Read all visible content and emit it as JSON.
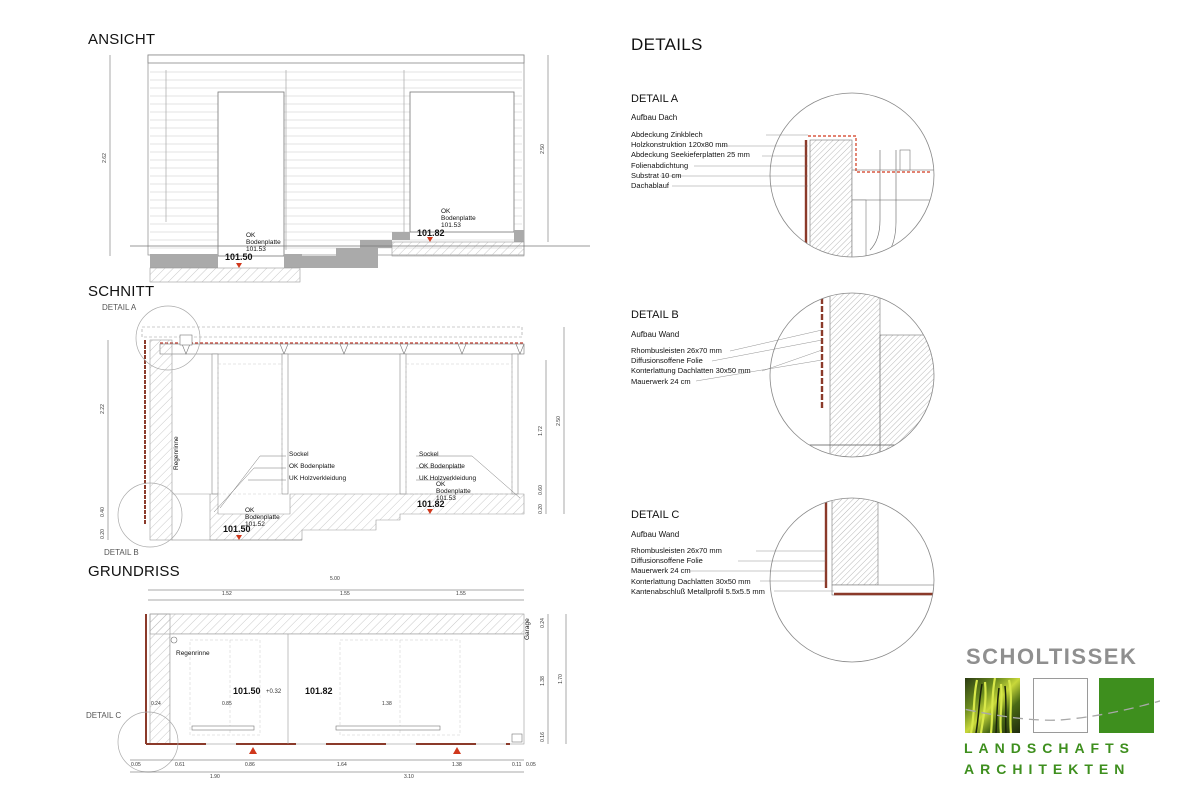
{
  "views": {
    "ansicht": "ANSICHT",
    "schnitt": "SCHNITT",
    "grundriss": "GRUNDRISS",
    "details": "DETAILS"
  },
  "callouts": {
    "detail_a": "DETAIL A",
    "detail_b": "DETAIL B",
    "detail_c": "DETAIL C"
  },
  "ansicht": {
    "level_left": "101.50",
    "level_left_note": [
      "OK",
      "Bodenplatte",
      "101.53"
    ],
    "level_right": "101.82",
    "level_right_note": [
      "OK",
      "Bodenplatte",
      "101.53"
    ],
    "dim_left": "2.62",
    "dim_right": "2.50"
  },
  "schnitt": {
    "level_left": "101.50",
    "level_left_note": [
      "OK",
      "Bodenplatte",
      "101.52"
    ],
    "level_right": "101.82",
    "level_right_note": [
      "OK",
      "Bodenplatte",
      "101.53"
    ],
    "regenrinne": "Regenrinne",
    "labels_left": [
      "Sockel",
      "OK Bodenplatte",
      "UK Holzverkleidung"
    ],
    "labels_right": [
      "Sockel",
      "OK Bodenplatte",
      "UK Holzverkleidung"
    ],
    "dims_left": [
      "2.22",
      "0.40",
      "0.20"
    ],
    "dims_right": [
      "1.72",
      "2.50",
      "0.60",
      "0.20"
    ]
  },
  "grundriss": {
    "regenrinne": "Regenrinne",
    "garage": "Garage",
    "level_left": "101.50",
    "step": "+0.32",
    "level_right": "101.82",
    "dims_top_total": "5.00",
    "dims_top": [
      "1.52",
      "1.55",
      "1.55"
    ],
    "dims_bottom": [
      "0.05",
      "0.61",
      "0.86",
      "1.64",
      "1.38",
      "0.11",
      "0.05"
    ],
    "dims_bottom_total": [
      "1.90",
      "3.10"
    ],
    "dims_inner": [
      "0.24",
      "0.85",
      "1.38"
    ],
    "dims_right": [
      "0.24",
      "1.38",
      "1.70",
      "0.16"
    ]
  },
  "detail_a": {
    "title": "DETAIL A",
    "subtitle": "Aufbau Dach",
    "legend": [
      "Abdeckung Zinkblech",
      "Holzkonstruktion 120x80 mm",
      "Abdeckung Seekieferplatten 25 mm",
      "Folienabdichtung",
      "Substrat 10 cm",
      "Dachablauf"
    ]
  },
  "detail_b": {
    "title": "DETAIL B",
    "subtitle": "Aufbau Wand",
    "legend": [
      "Rhombusleisten 26x70 mm",
      "Diffusionsoffene Folie",
      "Konterlattung Dachlatten 30x50 mm",
      "Mauerwerk 24 cm"
    ]
  },
  "detail_c": {
    "title": "DETAIL C",
    "subtitle": "Aufbau Wand",
    "legend": [
      "Rhombusleisten 26x70 mm",
      "Diffusionsoffene Folie",
      "Mauerwerk 24 cm",
      "Konterlattung Dachlatten 30x50 mm",
      "Kantenabschluß Metallprofil 5.5x5.5 mm"
    ]
  },
  "logo": {
    "name": "SCHOLTISSEK",
    "line1": "LANDSCHAFTS",
    "line2": "ARCHITEKTEN",
    "green": "#3e8f1e",
    "grey": "#8f8f8f"
  },
  "colors": {
    "cladding": "#8b3a2a",
    "marker": "#d0381c"
  }
}
